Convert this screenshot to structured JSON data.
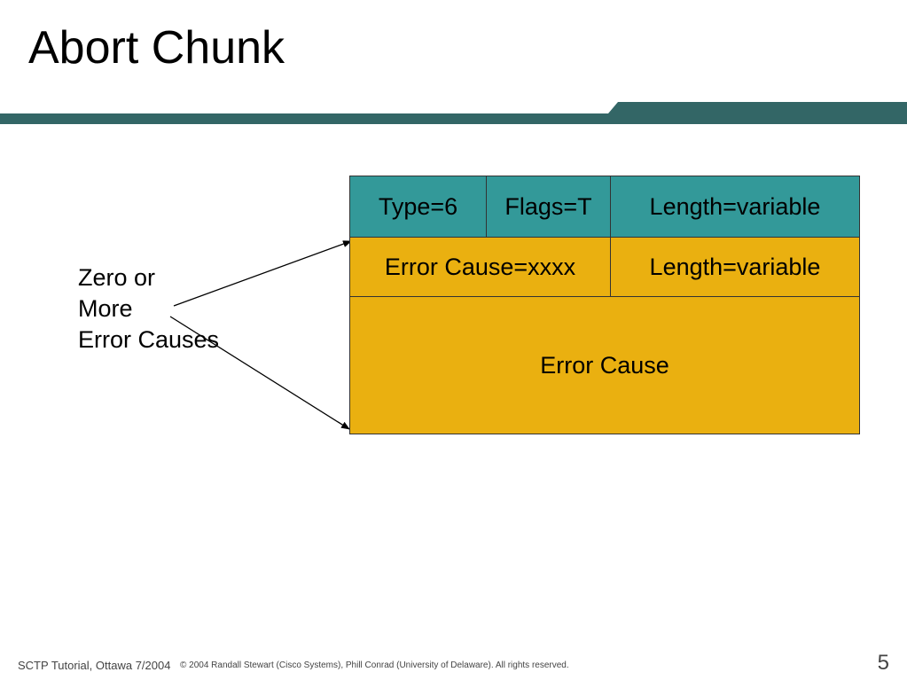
{
  "slide": {
    "title": "Abort Chunk",
    "caption_lines": [
      "Zero or",
      "More",
      "Error Causes"
    ]
  },
  "chunk": {
    "header_row": {
      "type": "Type=6",
      "flags": "Flags=T",
      "length": "Length=variable"
    },
    "error_cause_row": {
      "cause": "Error Cause=xxxx",
      "length": "Length=variable"
    },
    "error_cause_body": "Error Cause"
  },
  "footer": {
    "left": "SCTP Tutorial, Ottawa 7/2004",
    "copyright": "© 2004 Randall Stewart (Cisco Systems), Phill Conrad (University of Delaware). All rights reserved.",
    "page_number": "5"
  },
  "colors": {
    "teal_header": "#339999",
    "gold_cells": "#EAB010",
    "rule_bar": "#336666",
    "cell_border": "#333333"
  }
}
